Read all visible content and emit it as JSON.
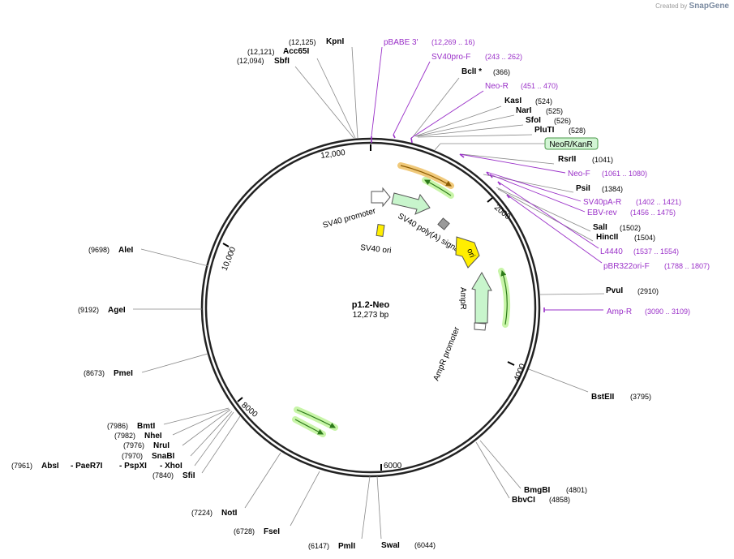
{
  "credit": {
    "prefix": "Created by",
    "brand": "SnapGene"
  },
  "plasmid": {
    "name": "p1.2-Neo",
    "size": "12,273 bp"
  },
  "ticks": [
    "12,000",
    "2000",
    "4000",
    "6000",
    "8000",
    "10,000"
  ],
  "features": [
    {
      "id": "sv40-promoter",
      "label": "SV40 promoter"
    },
    {
      "id": "sv40-polya",
      "label": "SV40 poly(A) signal"
    },
    {
      "id": "sv40-ori",
      "label": "SV40 ori"
    },
    {
      "id": "ori",
      "label": "ori"
    },
    {
      "id": "ampr",
      "label": "AmpR"
    },
    {
      "id": "ampr-promoter",
      "label": "AmpR promoter"
    },
    {
      "id": "neor-kanr",
      "label": "NeoR/KanR"
    }
  ],
  "sites": [
    {
      "name": "KpnI",
      "pos": "(12,125)"
    },
    {
      "name": "Acc65I",
      "pos": "(12,121)"
    },
    {
      "name": "SbfI",
      "pos": "(12,094)"
    },
    {
      "name": "BclI *",
      "pos": "(366)"
    },
    {
      "name": "KasI",
      "pos": "(524)"
    },
    {
      "name": "NarI",
      "pos": "(525)"
    },
    {
      "name": "SfoI",
      "pos": "(526)"
    },
    {
      "name": "PluTI",
      "pos": "(528)"
    },
    {
      "name": "RsrII",
      "pos": "(1041)"
    },
    {
      "name": "PsiI",
      "pos": "(1384)"
    },
    {
      "name": "SalI",
      "pos": "(1502)"
    },
    {
      "name": "HincII",
      "pos": "(1504)"
    },
    {
      "name": "PvuI",
      "pos": "(2910)"
    },
    {
      "name": "BstEII",
      "pos": "(3795)"
    },
    {
      "name": "BmgBI",
      "pos": "(4801)"
    },
    {
      "name": "BbvCI",
      "pos": "(4858)"
    },
    {
      "name": "SwaI",
      "pos": "(6044)"
    },
    {
      "name": "PmlI",
      "pos": "(6147)"
    },
    {
      "name": "FseI",
      "pos": "(6728)"
    },
    {
      "name": "NotI",
      "pos": "(7224)"
    },
    {
      "name": "SfiI",
      "pos": "(7840)"
    },
    {
      "name": "AbsI",
      "pos": "(7961)"
    },
    {
      "name": "- PaeR7I",
      "pos": ""
    },
    {
      "name": "- PspXI",
      "pos": ""
    },
    {
      "name": "- XhoI",
      "pos": ""
    },
    {
      "name": "SnaBI",
      "pos": "(7970)"
    },
    {
      "name": "NruI",
      "pos": "(7976)"
    },
    {
      "name": "NheI",
      "pos": "(7982)"
    },
    {
      "name": "BmtI",
      "pos": "(7986)"
    },
    {
      "name": "PmeI",
      "pos": "(8673)"
    },
    {
      "name": "AgeI",
      "pos": "(9192)"
    },
    {
      "name": "AleI",
      "pos": "(9698)"
    }
  ],
  "primers": [
    {
      "name": "pBABE 3'",
      "range": "(12,269 .. 16)"
    },
    {
      "name": "SV40pro-F",
      "range": "(243 .. 262)"
    },
    {
      "name": "Neo-R",
      "range": "(451 .. 470)"
    },
    {
      "name": "Neo-F",
      "range": "(1061 .. 1080)"
    },
    {
      "name": "SV40pA-R",
      "range": "(1402 .. 1421)"
    },
    {
      "name": "EBV-rev",
      "range": "(1456 .. 1475)"
    },
    {
      "name": "L4440",
      "range": "(1537 .. 1554)"
    },
    {
      "name": "pBR322ori-F",
      "range": "(1788 .. 1807)"
    },
    {
      "name": "Amp-R",
      "range": "(3090 .. 3109)"
    }
  ],
  "colors": {
    "primer": "#9a30c8",
    "ring": "#222222",
    "feature_green": "#c8f5cc",
    "ori_yellow": "#ffee00",
    "neor_bg": "#d2f5d4"
  }
}
